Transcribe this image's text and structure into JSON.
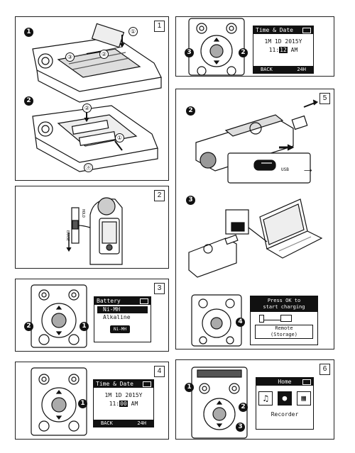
{
  "panels": {
    "p1": {
      "num": "1",
      "steps": [
        "1",
        "2"
      ],
      "callouts": [
        "①",
        "②",
        "③",
        "①",
        "②",
        "ⓐ"
      ]
    },
    "p2": {
      "num": "2",
      "switch_top": "HOLD",
      "switch_bottom": "ERASE"
    },
    "p3": {
      "num": "3",
      "steps": [
        "2",
        "1"
      ],
      "screen": {
        "title": "Battery",
        "options": [
          "Ni-MH",
          "Alkaline"
        ],
        "selected_badge": "Ni-MH"
      }
    },
    "p4": {
      "num": "4",
      "steps": [
        "1"
      ],
      "screen": {
        "title": "Time & Date",
        "date": "1M  1D 2015Y",
        "time_h": "11:",
        "time_cursor": "00",
        "time_ampm": "AM",
        "back": "BACK",
        "mode": "24H"
      }
    },
    "p5top": {
      "steps": [
        "3",
        "2"
      ],
      "screen": {
        "title": "Time & Date",
        "date": "1M  1D 2015Y",
        "time_h": "11:",
        "time_cursor": "12",
        "time_ampm": "AM",
        "back": "BACK",
        "mode": "24H"
      }
    },
    "p5": {
      "num": "5",
      "steps": [
        "2",
        "3",
        "4"
      ],
      "usb_label": "USB",
      "screen": {
        "line1": "Press OK to",
        "line2": "start charging",
        "option1": "Remote",
        "option2": "(Storage)"
      }
    },
    "p6": {
      "num": "6",
      "steps": [
        "1",
        "2",
        "3"
      ],
      "screen": {
        "title": "Home",
        "caption": "Recorder"
      }
    }
  },
  "icons": [
    "usb-plug-icon",
    "laptop-icon",
    "battery-icon",
    "music-note-icon",
    "microphone-icon",
    "calendar-grid-icon",
    "arrow-icon"
  ]
}
